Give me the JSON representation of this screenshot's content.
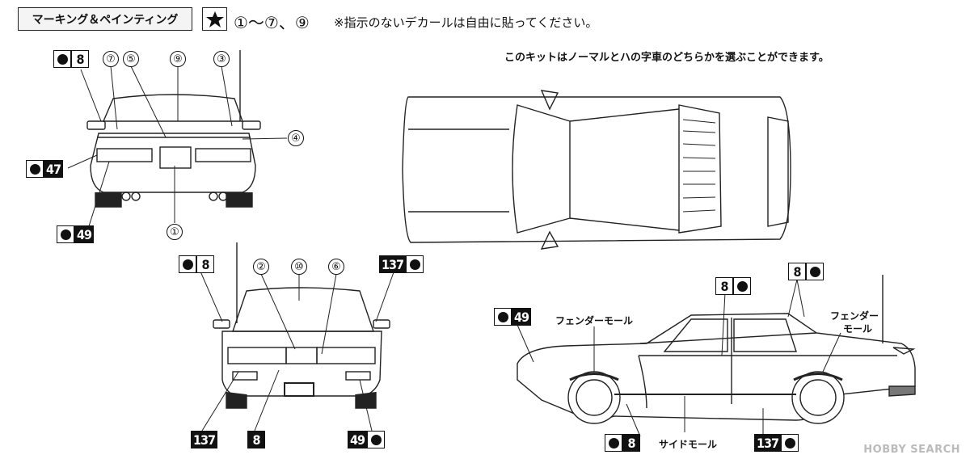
{
  "header": {
    "title": "マーキング＆ペインティング",
    "decal_numbers": "①～⑦、⑨",
    "note": "※指示のないデカールは自由に貼ってください。"
  },
  "kit_note": "このキットはノーマルとハの字車のどちらかを選ぶことができます。",
  "labels": {
    "fender_mold_1": "フェンダーモール",
    "fender_mold_2a": "フェンダー",
    "fender_mold_2b": "モール",
    "side_mold": "サイドモール"
  },
  "tags": {
    "t8": "8",
    "t47": "47",
    "t49": "49",
    "t137": "137"
  },
  "decals": {
    "d1": "①",
    "d2": "②",
    "d3": "③",
    "d4": "④",
    "d5": "⑤",
    "d6": "⑥",
    "d7": "⑦",
    "d9": "⑨",
    "d10": "⑩"
  },
  "watermark": "HOBBY SEARCH"
}
